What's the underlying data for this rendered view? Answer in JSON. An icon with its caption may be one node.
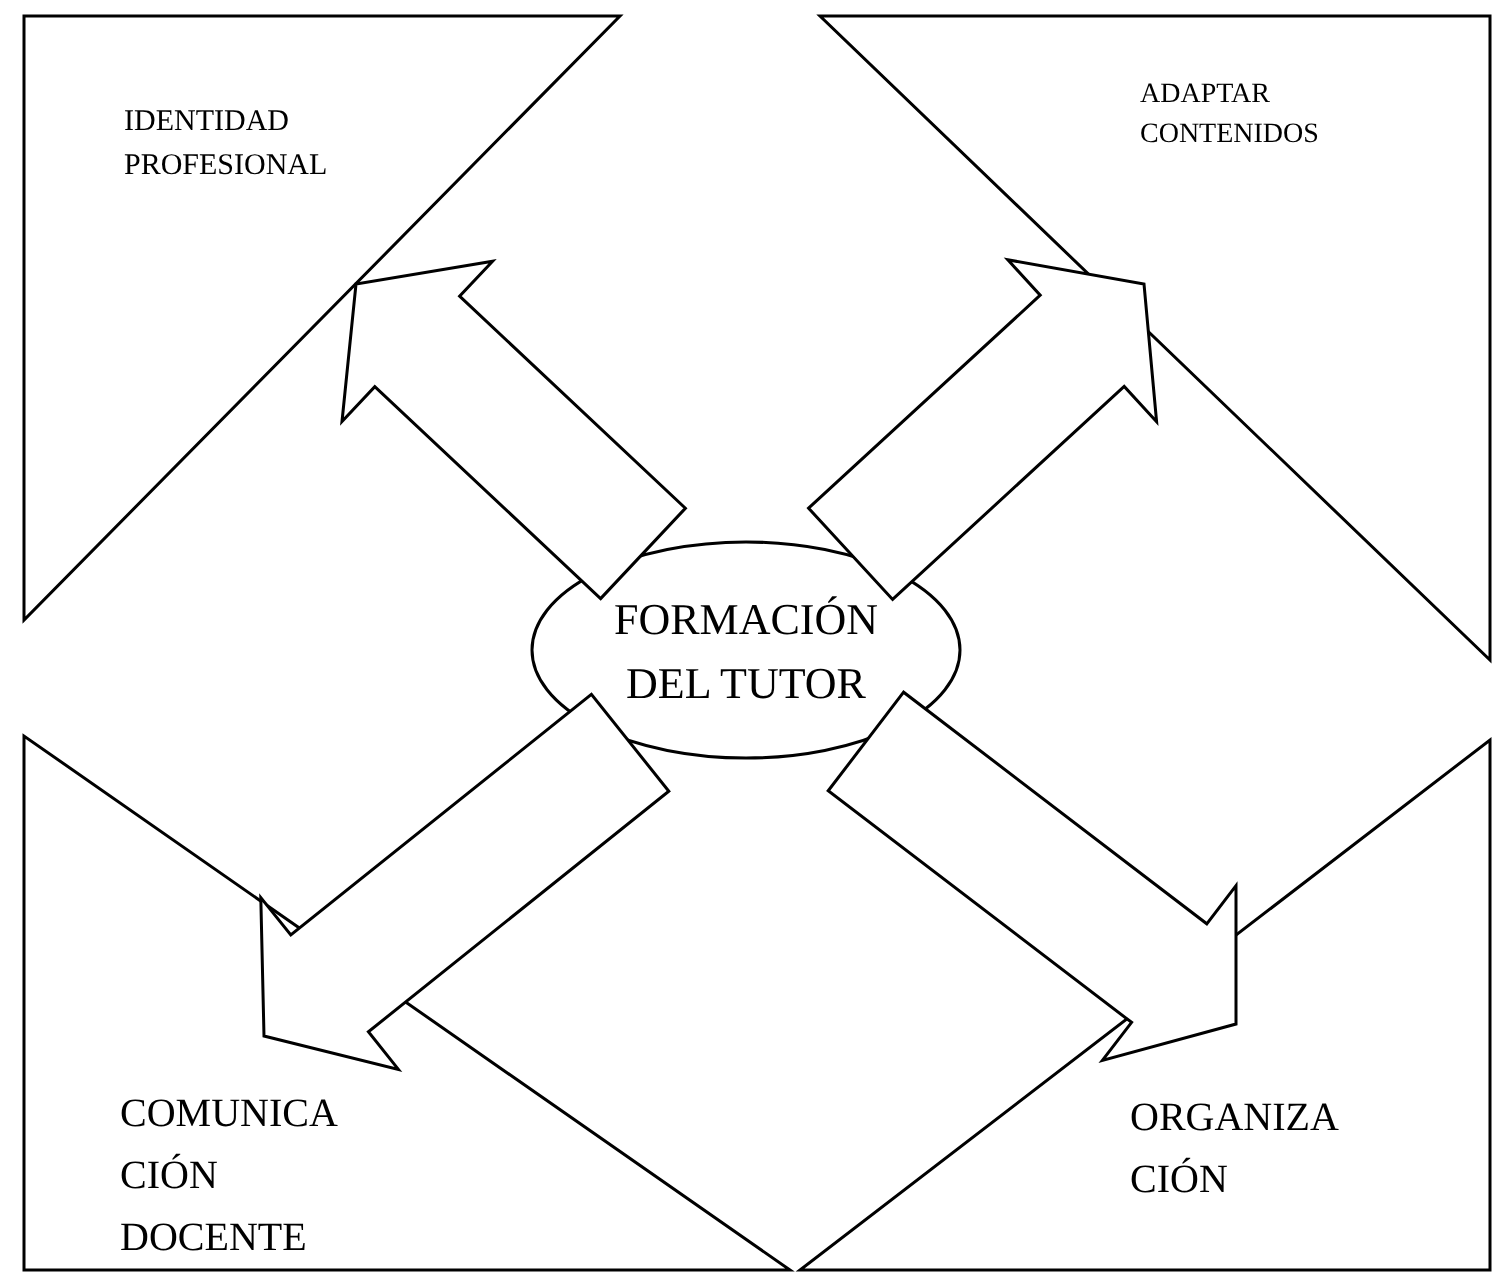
{
  "diagram": {
    "nodes": [
      {
        "text": [
          "IDENTIDAD PROFESIONAL"
        ]
      },
      {
        "text": [
          "ADAPTAR CONTENIDOS"
        ]
      },
      {
        "text": [
          "FORMACIÓN DEL TUTOR"
        ]
      },
      {
        "text": [
          "COMUNICA CIÓN DOCENTE"
        ]
      },
      {
        "text": [
          "ORGANIZA CIÓN"
        ]
      }
    ],
    "edges": [
      {
        "from": 2,
        "to": 0,
        "arrow": "to"
      },
      {
        "from": 2,
        "to": 1,
        "arrow": "to"
      },
      {
        "from": 2,
        "to": 3,
        "arrow": "to"
      },
      {
        "from": 2,
        "to": 4,
        "arrow": "to"
      }
    ]
  }
}
